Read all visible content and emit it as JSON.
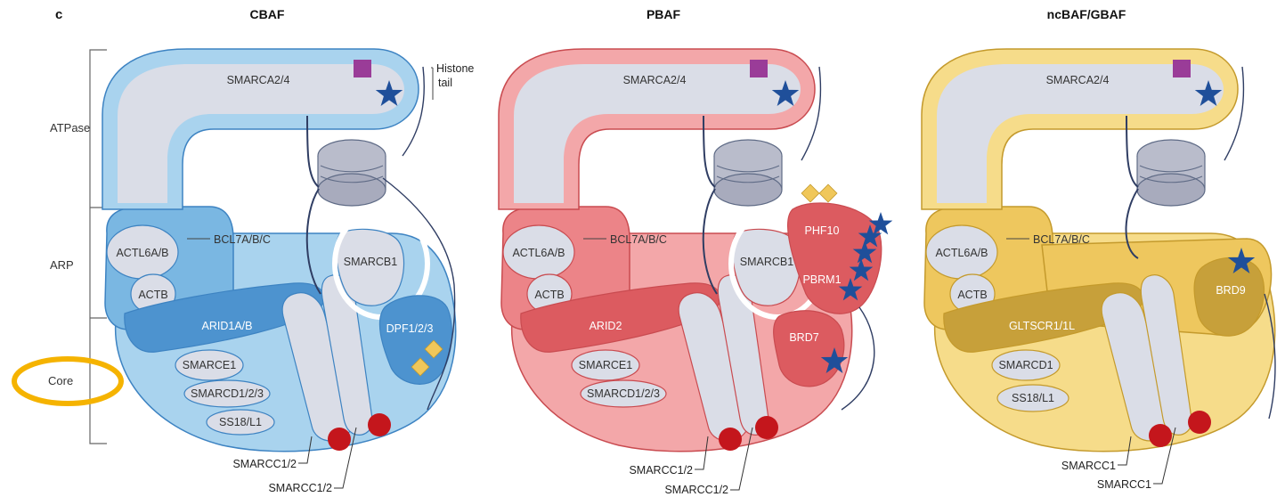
{
  "panel_letter": "c",
  "side_axis": {
    "atpase": "ATPase",
    "arp": "ARP",
    "core": "Core"
  },
  "histone_label": {
    "line1": "Histone",
    "line2": "tail"
  },
  "colors": {
    "cbaf": {
      "light": "#a9d3ee",
      "mid": "#7ab7e2",
      "dark": "#4d93cf",
      "edge": "#3d83c2"
    },
    "pbaf": {
      "light": "#f3a7a9",
      "mid": "#ec8488",
      "dark": "#dc5b60",
      "edge": "#c94b50"
    },
    "ncbaf": {
      "light": "#f6dc8a",
      "mid": "#eec75e",
      "dark": "#c7a03a",
      "edge": "#c49a2c"
    },
    "subunit_fill": "#dadde7",
    "nucleosome": "#b9bccb",
    "star": "#1f4f9a",
    "square": "#9a3c98",
    "diamond": "#f0c75a",
    "ball": "#c4161c",
    "highlight_circle": "#ffffff",
    "core_highlight": "#f5b300"
  },
  "panels": [
    {
      "title": "CBAF",
      "atpase": "SMARCA2/4",
      "actl": "ACTL6A/B",
      "actb": "ACTB",
      "bcl": "BCL7A/B/C",
      "smarcb": "SMARCB1",
      "arid": "ARID1A/B",
      "extra1": "DPF1/2/3",
      "smarce": "SMARCE1",
      "smarcd": "SMARCD1/2/3",
      "ss18": "SS18/L1",
      "callout1": "SMARCC1/2",
      "callout2": "SMARCC1/2"
    },
    {
      "title": "PBAF",
      "atpase": "SMARCA2/4",
      "actl": "ACTL6A/B",
      "actb": "ACTB",
      "bcl": "BCL7A/B/C",
      "smarcb": "SMARCB1",
      "arid": "ARID2",
      "phf": "PHF10",
      "pbrm": "PBRM1",
      "brd": "BRD7",
      "smarce": "SMARCE1",
      "smarcd": "SMARCD1/2/3",
      "callout1": "SMARCC1/2",
      "callout2": "SMARCC1/2"
    },
    {
      "title": "ncBAF/GBAF",
      "atpase": "SMARCA2/4",
      "actl": "ACTL6A/B",
      "actb": "ACTB",
      "bcl": "BCL7A/B/C",
      "gltscr": "GLTSCR1/1L",
      "brd": "BRD9",
      "smarcd": "SMARCD1",
      "ss18": "SS18/L1",
      "callout1": "SMARCC1",
      "callout2": "SMARCC1"
    }
  ]
}
